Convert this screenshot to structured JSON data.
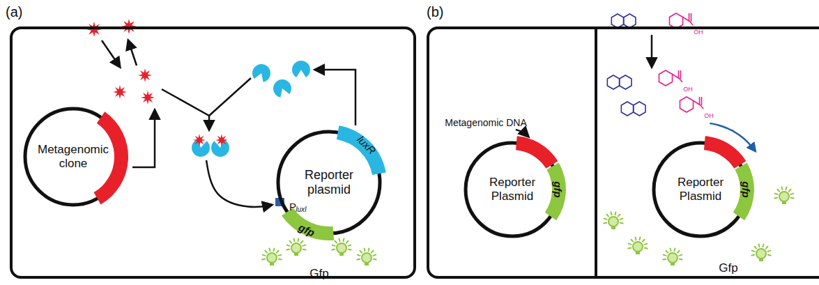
{
  "diagram": {
    "nodes": [
      {
        "text": [
          "(a)"
        ]
      },
      {
        "text": [
          "Metagenomic clone"
        ],
        "in": 0
      },
      {
        "text": [
          "Reporter plasmid"
        ],
        "in": 0
      },
      {
        "text": [
          "(b)"
        ]
      },
      {
        "text": [
          "Reporter Plasmid"
        ],
        "in": 3
      },
      {
        "text": [
          "Reporter Plasmid"
        ],
        "in": 3
      }
    ],
    "labels": [
      "luxR",
      "P",
      "luxI",
      "gfp",
      "Gfp",
      "Metagenomic DNA",
      "gfp",
      "gfp",
      "Gfp",
      "OH",
      "OH",
      "OH"
    ]
  }
}
